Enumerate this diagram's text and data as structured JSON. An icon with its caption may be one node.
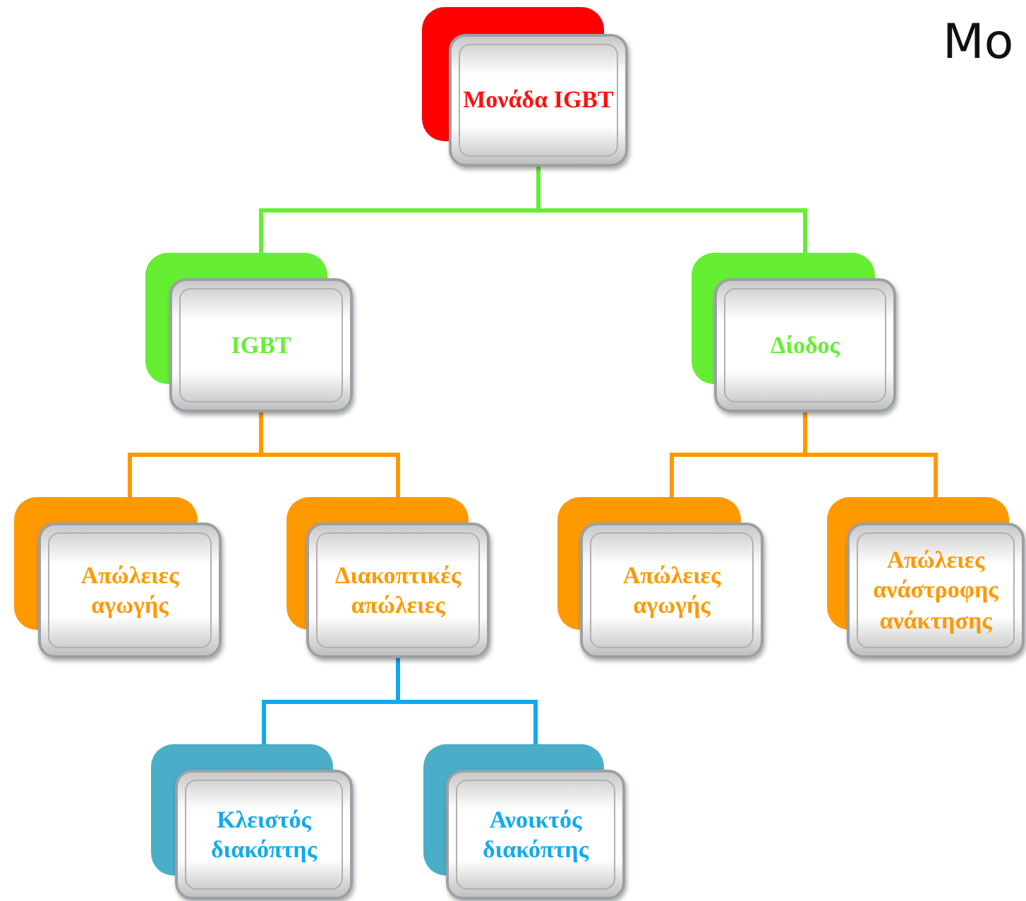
{
  "diagram": {
    "title": "Μο",
    "nodes": [
      {
        "text": [
          "Μονάδα IGBT"
        ]
      },
      {
        "text": [
          "IGBT"
        ]
      },
      {
        "text": [
          "Δίοδος"
        ]
      },
      {
        "text": [
          "Απώλειες αγωγής"
        ]
      },
      {
        "text": [
          "Διακοπτικές απώλειες"
        ]
      },
      {
        "text": [
          "Απώλειες αγωγής"
        ]
      },
      {
        "text": [
          "Απώλειες ανάστροφης ανάκτησης"
        ]
      },
      {
        "text": [
          "Κλειστός διακόπτης"
        ]
      },
      {
        "text": [
          "Ανοικτός διακόπτης"
        ]
      }
    ],
    "edges": [
      {
        "from": 0,
        "to": 1,
        "arrow": "none",
        "color": "#66ee33"
      },
      {
        "from": 0,
        "to": 2,
        "arrow": "none",
        "color": "#66ee33"
      },
      {
        "from": 1,
        "to": 3,
        "arrow": "none"
      },
      {
        "from": 1,
        "to": 4,
        "arrow": "none"
      },
      {
        "from": 2,
        "to": 5,
        "arrow": "none"
      },
      {
        "from": 2,
        "to": 6,
        "arrow": "none"
      },
      {
        "from": 4,
        "to": 7,
        "arrow": "none",
        "color": "#11aaee"
      },
      {
        "from": 4,
        "to": 8,
        "arrow": "none",
        "color": "#11aaee"
      }
    ]
  }
}
